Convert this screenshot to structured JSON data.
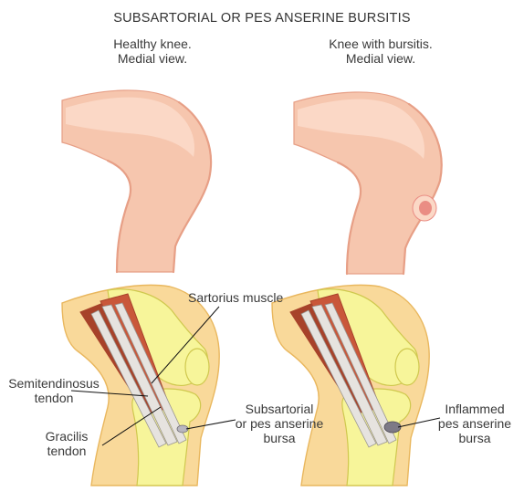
{
  "title": "SUBSARTORIAL OR PES ANSERINE  BURSITIS",
  "panels": {
    "healthy": {
      "line1": "Healthy knee.",
      "line2": "Medial view."
    },
    "bursitis": {
      "line1": "Knee with bursitis.",
      "line2": "Medial view."
    }
  },
  "labels": {
    "sartorius": "Sartorius muscle",
    "semitendinosus_1": "Semitendinosus",
    "semitendinosus_2": "tendon",
    "gracilis_1": "Gracilis",
    "gracilis_2": "tendon",
    "subsartorial_1": "Subsartorial",
    "subsartorial_2": "or pes anserine",
    "subsartorial_3": "bursa",
    "inflamed_1": "Inflammed",
    "inflamed_2": "pes anserine",
    "inflamed_3": "bursa"
  },
  "colors": {
    "skin": "#f6c6ae",
    "skin_edge": "#e79f86",
    "skin_light": "#fbd8c6",
    "inflamed_spot": "#ea8d84",
    "flesh": "#f9d99a",
    "flesh_edge": "#e9b75e",
    "bone": "#f7f59a",
    "bone_edge": "#cfc84e",
    "muscle": "#c9573a",
    "muscle_dark": "#a7422a",
    "tendon": "#e6e3df",
    "bursa_healthy": "#b8b6be",
    "bursa_inflamed": "#7d7a86",
    "leader": "#111111"
  }
}
